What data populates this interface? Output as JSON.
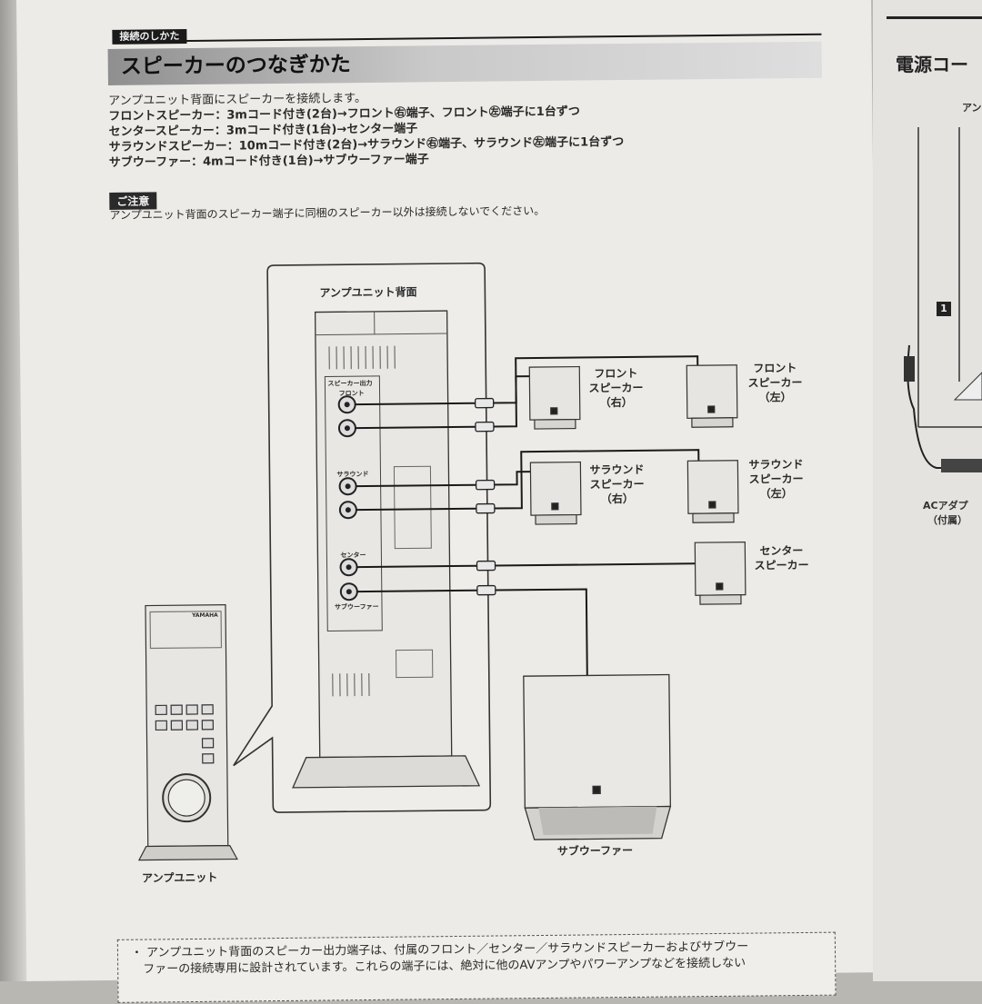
{
  "header": {
    "section_tag": "接続のしかた",
    "title": "スピーカーのつなぎかた"
  },
  "intro": {
    "lines": [
      "アンプユニット背面にスピーカーを接続します。",
      "フロントスピーカー：3mコード付き(2台)→フロント㊨端子、フロント㊧端子に1台ずつ",
      "センタースピーカー：3mコード付き(1台)→センター端子",
      "サラウンドスピーカー：10mコード付き(2台)→サラウンド㊨端子、サラウンド㊧端子に1台ずつ",
      "サブウーファー：4mコード付き(1台)→サブウーファー端子"
    ]
  },
  "caution": {
    "label": "ご注意",
    "text": "アンプユニット背面のスピーカー端子に同梱のスピーカー以外は接続しないでください。"
  },
  "diagram": {
    "rear_panel_title": "アンプユニット背面",
    "amp_unit_label": "アンプユニット",
    "subwoofer_label": "サブウーファー",
    "panel_labels": {
      "speaker_out": "スピーカー出力",
      "front": "フロント",
      "surround": "サラウンド",
      "center": "センター",
      "subwoofer": "サブウーファー"
    },
    "speakers": {
      "front_right": [
        "フロント",
        "スピーカー",
        "（右）"
      ],
      "front_left": [
        "フロント",
        "スピーカー",
        "（左）"
      ],
      "surround_right": [
        "サラウンド",
        "スピーカー",
        "（右）"
      ],
      "surround_left": [
        "サラウンド",
        "スピーカー",
        "（左）"
      ],
      "center": [
        "センター",
        "スピーカー"
      ]
    },
    "brand": "YAMAHA"
  },
  "note": {
    "lines": [
      "・ アンプユニット背面のスピーカー出力端子は、付属のフロント／センター／サラウンドスピーカーおよびサブウー",
      "　ファーの接続専用に設計されています。これらの端子には、絶対に他のAVアンプやパワーアンプなどを接続しない"
    ]
  },
  "right_page": {
    "title": "電源コー",
    "label_amp": "アン",
    "step": "1",
    "ac_adapter": "ACアダプ",
    "ac_included": "（付属）"
  }
}
